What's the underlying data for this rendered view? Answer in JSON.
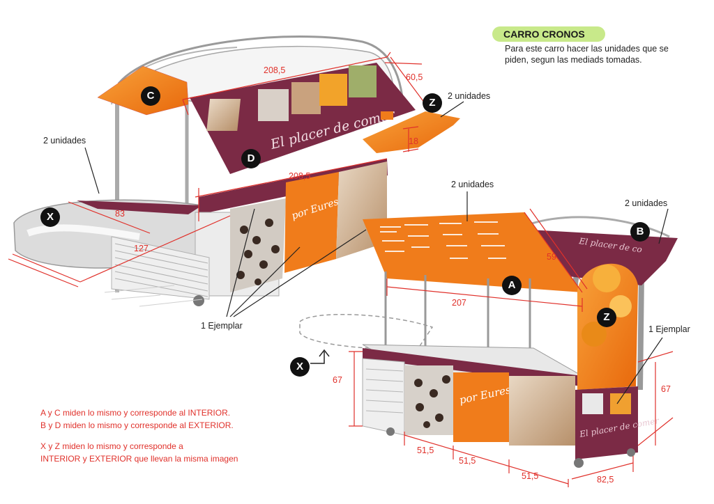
{
  "header": {
    "title": "CARRO CRONOS",
    "description": "Para este carro hacer las unidades que se piden, segun las mediads tomadas."
  },
  "notes": [
    "A y C miden lo mismo y corresponde al INTERIOR.",
    "B y D miden lo mismo y corresponde al EXTERIOR.",
    "X y Z miden lo mismo y corresponde a",
    "INTERIOR y EXTERIOR que llevan la misma imagen"
  ],
  "callouts": {
    "two_units_z": "2 unidades",
    "two_units_x": "2 unidades",
    "two_units_a": "2 unidades",
    "two_units_b": "2 unidades",
    "one_copy_left": "1 Ejemplar",
    "one_copy_right": "1 Ejemplar"
  },
  "badges": {
    "c": "C",
    "d": "D",
    "z_top": "Z",
    "x_left": "X",
    "a": "A",
    "b": "B",
    "z_right": "Z",
    "x_bottom": "X"
  },
  "dimensions": {
    "d_208_top": "208,5",
    "d_60_5": "60,5",
    "d_18": "18",
    "d_208_mid": "208,5",
    "d_83": "83",
    "d_127": "127",
    "d_59": "59",
    "d_207": "207",
    "d_67_left": "67",
    "d_67_right": "67",
    "d_51_5_a": "51,5",
    "d_51_5_b": "51,5",
    "d_51_5_c": "51,5",
    "d_82_5": "82,5"
  },
  "panel_text": {
    "slogan": "El placer de comer",
    "brand": "por Eurest"
  },
  "colors": {
    "maroon": "#7b2a45",
    "orange": "#f07c1b",
    "dimension_red": "#e0302a",
    "pill_green": "#c8e98a"
  }
}
